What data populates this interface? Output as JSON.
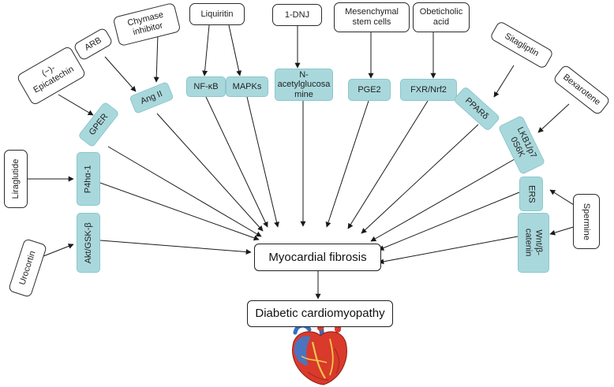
{
  "drugs": {
    "epicatechin": "(−)-\nEpicatechin",
    "arb": "ARB",
    "chymase": "Chymase\ninhibitor",
    "liquiritin": "Liquiritin",
    "dnj": "1-DNJ",
    "msc": "Mesenchymal\nstem cells",
    "obeticholic": "Obeticholic\nacid",
    "sitagliptin": "Sitagliptin",
    "bexarotene": "Bexarotene",
    "liraglutide": "Liraglutide",
    "urocortin": "Urocortin",
    "spermine": "Spermine"
  },
  "targets": {
    "gper": "GPER",
    "angii": "Ang II",
    "nfkb": "NF-κB",
    "mapks": "MAPKs",
    "nacetyl": "N-\nacetylglucosa\nmine",
    "pge2": "PGE2",
    "fxr": "FXR/Nrf2",
    "ppard": "PPARδ",
    "lkb1": "LKB1/p7\n0S6K",
    "p4ha": "P4hα-1",
    "akt": "Akt/GSK-β",
    "ers": "ERS",
    "wnt": "Wnt/β-\ncatenin"
  },
  "central": {
    "fibrosis": "Myocardial fibrosis",
    "dcm": "Diabetic cardiomyopathy"
  },
  "colors": {
    "target_fill": "#a9d8dc",
    "line": "#1a1a1a",
    "heart_red": "#d93a2b",
    "heart_blue": "#2f6fc4"
  },
  "icons": [
    "heart-icon"
  ]
}
